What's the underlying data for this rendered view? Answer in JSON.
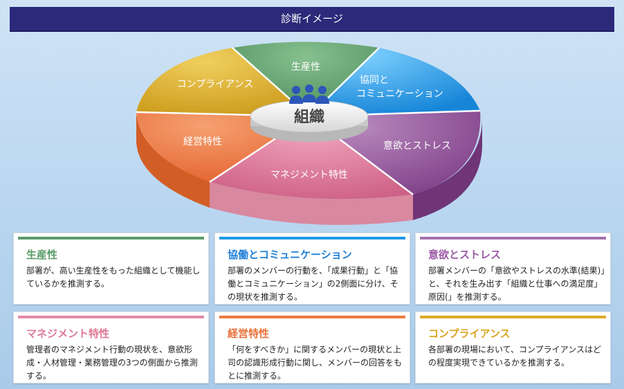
{
  "header": {
    "title": "診断イメージ"
  },
  "diagram": {
    "center_label": "組織",
    "segments": {
      "productivity": "生産性",
      "collaboration_line1": "協同と",
      "collaboration_line2": "コミュニケーション",
      "motivation": "意欲とストレス",
      "management": "マネジメント特性",
      "business": "経営特性",
      "compliance": "コンプライアンス"
    },
    "colors": {
      "productivity": "#5a9a68",
      "collaboration": "#1e9ae6",
      "motivation": "#8e4c94",
      "management": "#d96a8e",
      "business": "#ec7038",
      "compliance": "#d7a620"
    }
  },
  "cards": {
    "productivity": {
      "title": "生産性",
      "body": "部署が、高い生産性をもった組織として機能しているかを推測する。",
      "color": "#5a9a68"
    },
    "collaboration": {
      "title": "協働とコミュニケーション",
      "body": "部署のメンバーの行動を、「成果行動」と「協働とコミュニケーション」の2側面に分け、その現状を推測する。",
      "color": "#1e7fd6"
    },
    "motivation": {
      "title": "意欲とストレス",
      "body": "部署メンバーの「意欲やストレスの水準(結果)」と、それを生み出す「組織と仕事への満足度」原因(」を推測する。",
      "color": "#9b5aa6"
    },
    "management": {
      "title": "マネジメント特性",
      "body": "管理者のマネジメント行動の現状を、意欲形成・人材管理・業務管理の3つの側面から推測する。",
      "color": "#dd7896"
    },
    "business": {
      "title": "経営特性",
      "body": "「何をすべきか」に関するメンバーの現状と上司の認識形成行動に関し、メンバーの回答をもとに推測する。",
      "color": "#e8713a"
    },
    "compliance": {
      "title": "コンプライアンス",
      "body": "各部署の現場において、コンプライアンスはどの程度実現できているかを推測する。",
      "color": "#d9a41f"
    }
  }
}
